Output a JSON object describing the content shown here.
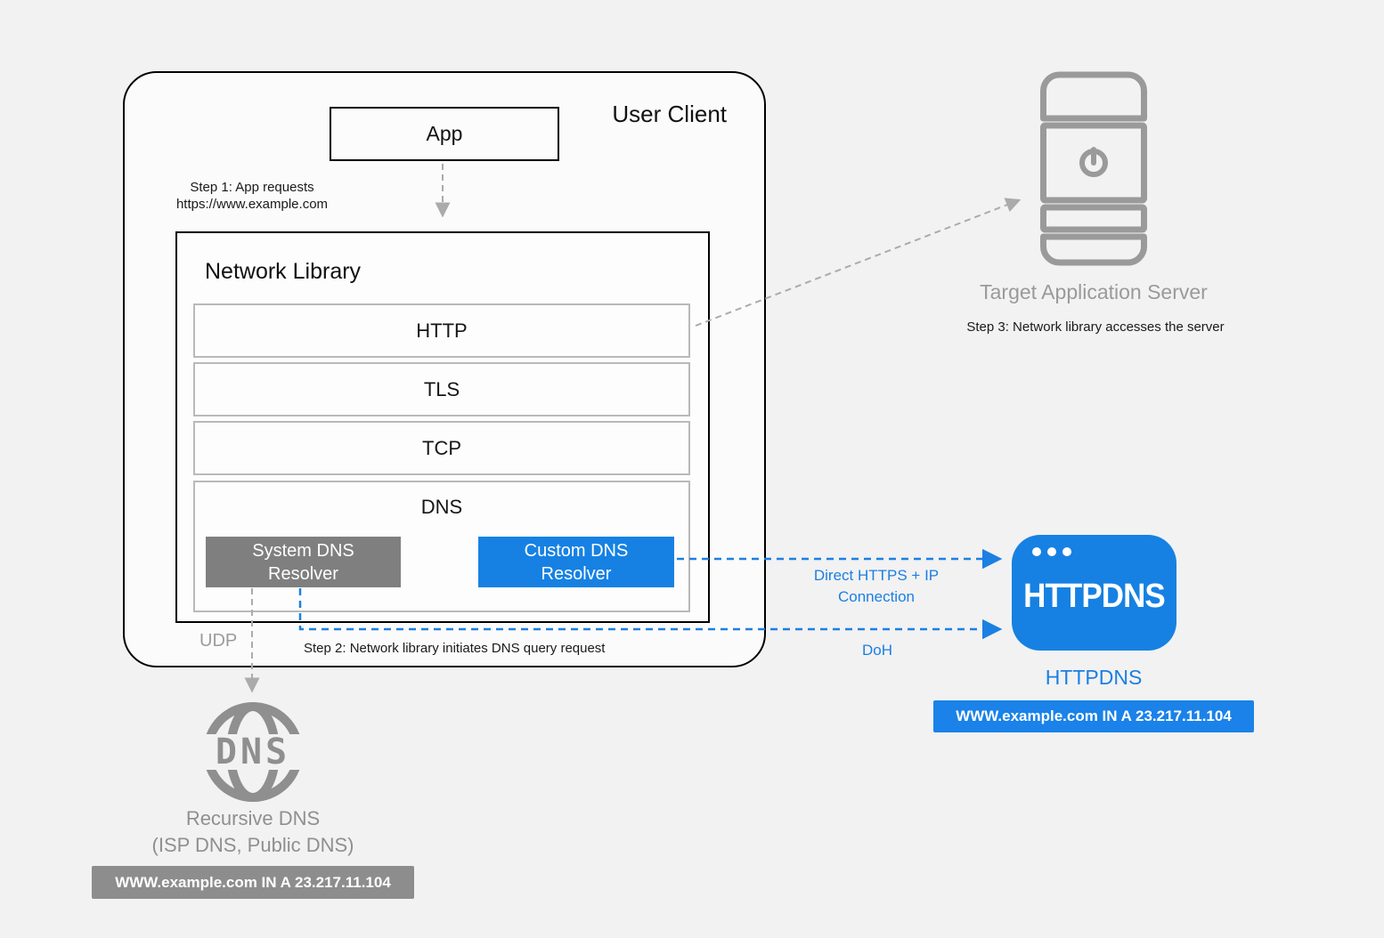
{
  "colors": {
    "accent_blue": "#1681e3",
    "blue_text": "#1c7fe2",
    "resolver_gray": "#7f7f7f",
    "badge_gray": "#8d8d8d",
    "badge_blue": "#1a82e8",
    "icon_gray": "#9a9a9a",
    "dash_gray": "#ababab"
  },
  "user_client": {
    "title": "User Client",
    "app": "App",
    "step1": [
      "Step 1: App requests",
      "https://www.example.com"
    ],
    "network_library": {
      "title": "Network Library",
      "layers": [
        "HTTP",
        "TLS",
        "TCP"
      ],
      "dns_layer": {
        "label": "DNS",
        "system_resolver": "System DNS Resolver",
        "custom_resolver": "Custom DNS Resolver"
      }
    },
    "udp": "UDP",
    "step2": "Step 2: Network library initiates DNS query request"
  },
  "target_server": {
    "label": "Target Application Server",
    "step3": "Step 3: Network library accesses the server"
  },
  "httpdns": {
    "logo_text": "HTTPDNS",
    "label": "HTTPDNS",
    "record": "WWW.example.com IN A 23.217.11.104"
  },
  "recursive_dns": {
    "icon_text": "DNS",
    "label": [
      "Recursive DNS",
      "(ISP DNS, Public DNS)"
    ],
    "record": "WWW.example.com IN A 23.217.11.104"
  },
  "connections": {
    "direct": [
      "Direct HTTPS + IP",
      "Connection"
    ],
    "doh": "DoH"
  }
}
